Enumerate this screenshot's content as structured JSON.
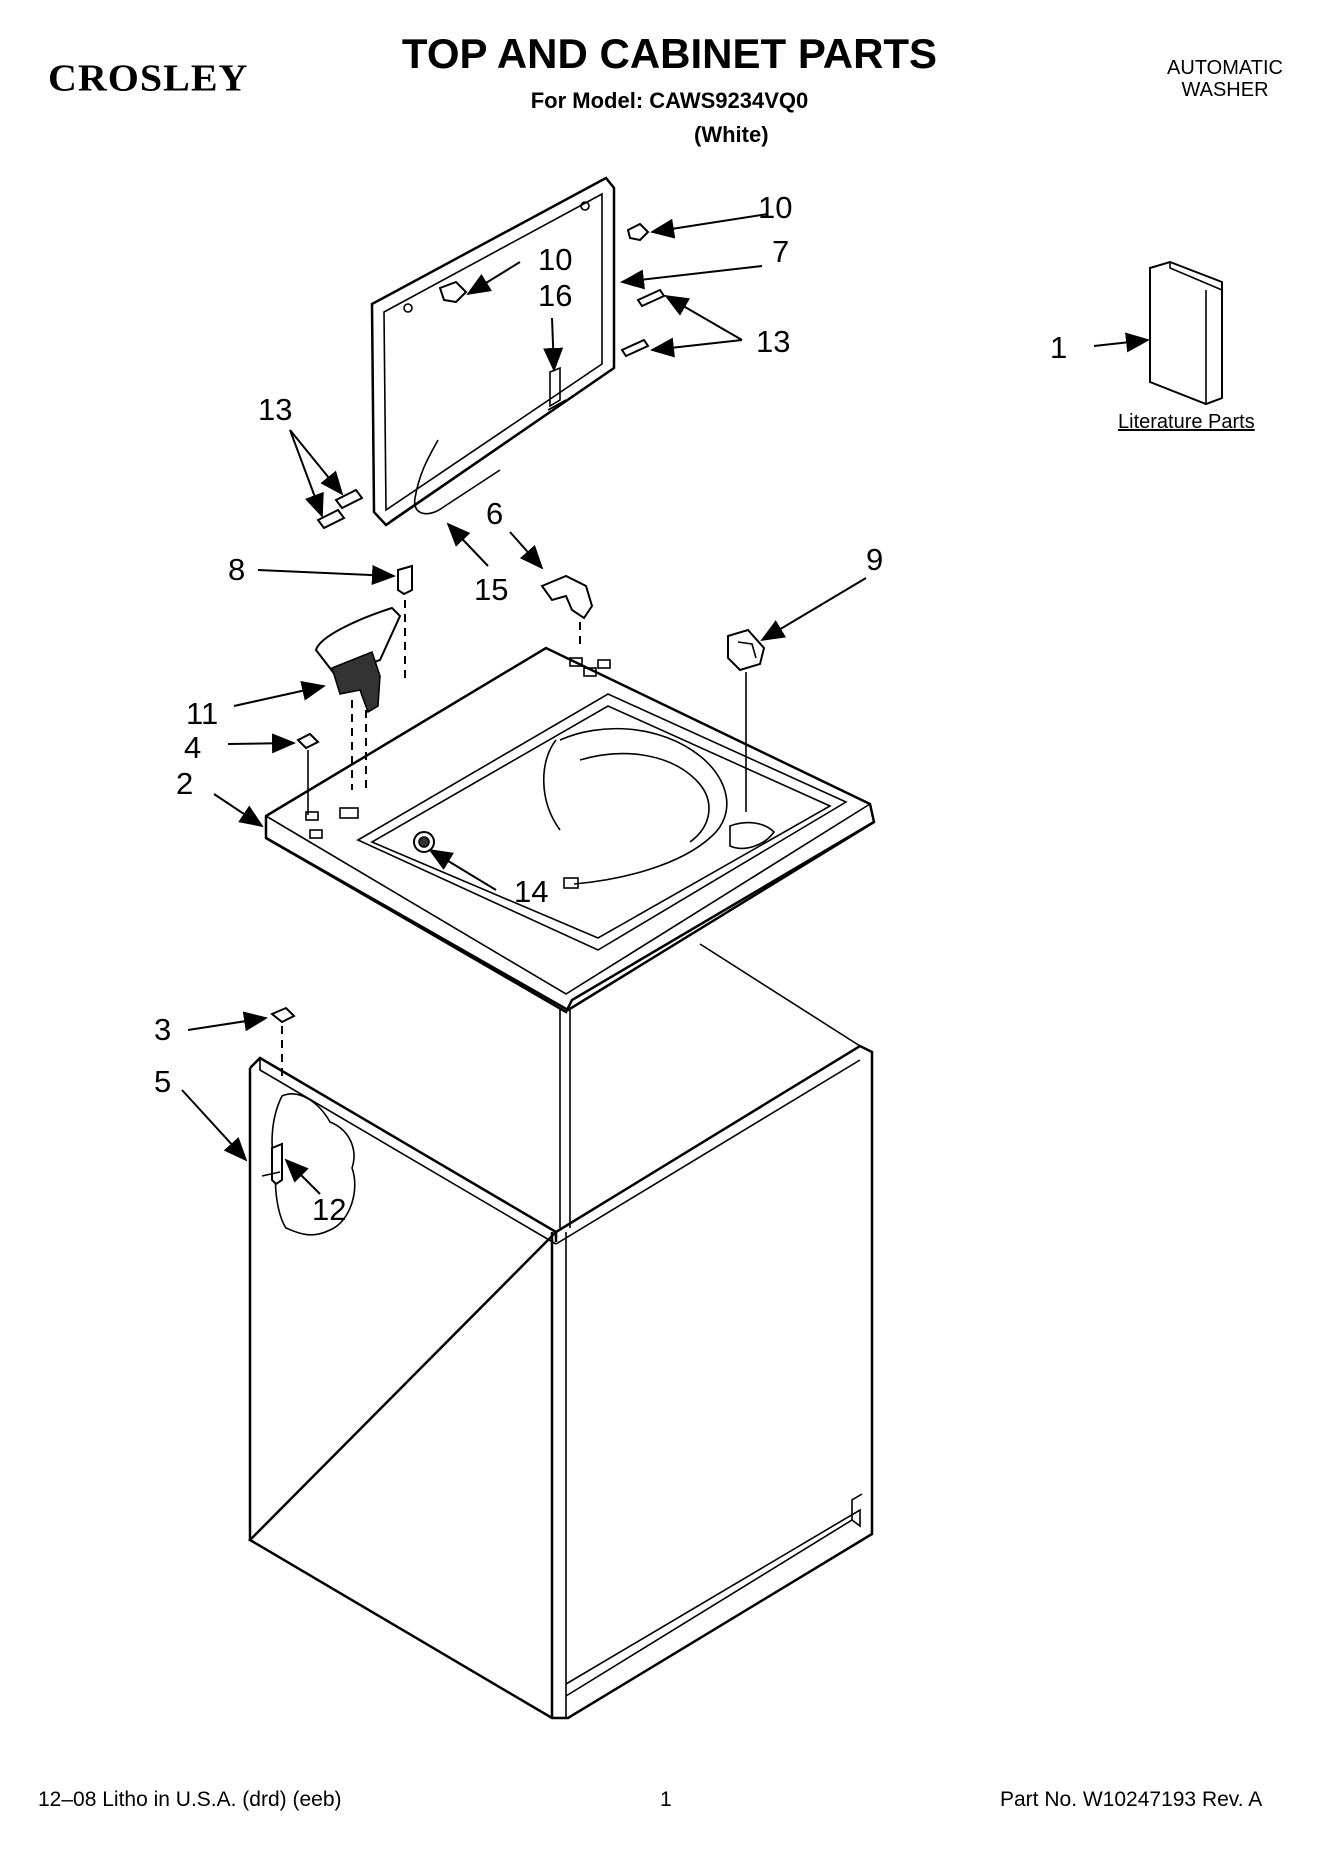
{
  "header": {
    "brand_logo": "CROSLEY",
    "title": "TOP AND CABINET PARTS",
    "model_line": "For Model: CAWS9234VQ0",
    "color": "(White)",
    "product_type_line1": "AUTOMATIC",
    "product_type_line2": "WASHER"
  },
  "literature_label": "Literature Parts",
  "callouts": {
    "c1": "1",
    "c2": "2",
    "c3": "3",
    "c4": "4",
    "c5": "5",
    "c6": "6",
    "c7": "7",
    "c8": "8",
    "c9": "9",
    "c10a": "10",
    "c10b": "10",
    "c11": "11",
    "c12": "12",
    "c13a": "13",
    "c13b": "13",
    "c14": "14",
    "c15": "15",
    "c16": "16"
  },
  "footer": {
    "print_info": "12–08 Litho in U.S.A. (drd) (eeb)",
    "page_number": "1",
    "part_number": "Part No. W10247193 Rev. A"
  }
}
